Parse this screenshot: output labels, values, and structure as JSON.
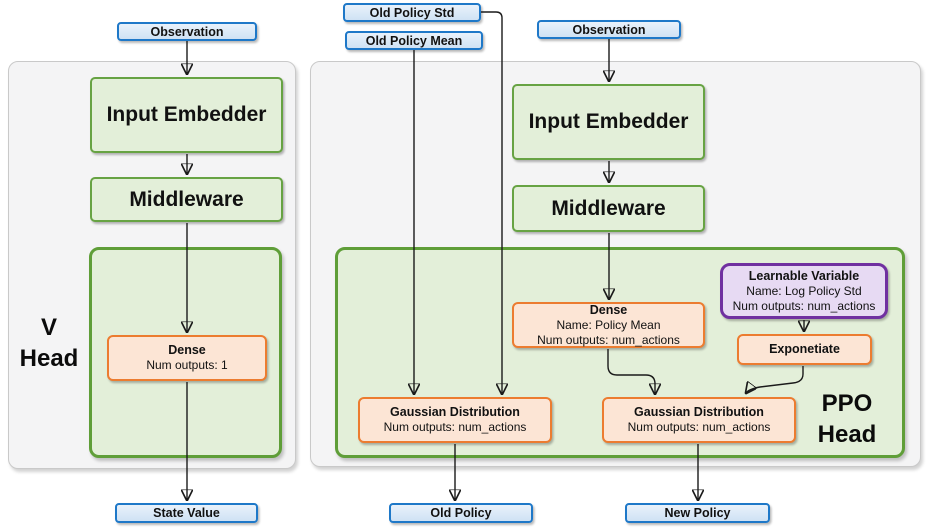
{
  "labels": {
    "v_head": {
      "line1": "V",
      "line2": "Head"
    },
    "ppo_head": {
      "line1": "PPO",
      "line2": "Head"
    }
  },
  "nodes": {
    "observation_left": "Observation",
    "observation_right": "Observation",
    "old_policy_std": "Old Policy Std",
    "old_policy_mean": "Old Policy Mean",
    "input_embedder_left": "Input Embedder",
    "input_embedder_right": "Input Embedder",
    "middleware_left": "Middleware",
    "middleware_right": "Middleware",
    "dense_v": {
      "title": "Dense",
      "line2": "Num outputs: 1"
    },
    "dense_policy": {
      "title": "Dense",
      "line2": "Name: Policy Mean",
      "line3": "Num outputs: num_actions"
    },
    "learnable_variable": {
      "title": "Learnable Variable",
      "line2": "Name: Log Policy Std",
      "line3": "Num outputs: num_actions"
    },
    "exponetiate": "Exponetiate",
    "gaussian_old": {
      "title": "Gaussian Distribution",
      "line2": "Num outputs: num_actions"
    },
    "gaussian_new": {
      "title": "Gaussian Distribution",
      "line2": "Num outputs: num_actions"
    },
    "state_value": "State Value",
    "old_policy": "Old Policy",
    "new_policy": "New Policy"
  },
  "colors": {
    "blue_border": "#1e78c8",
    "blue_fill": "#d8e8f8",
    "green_border": "#67a343",
    "green_fill": "#e3efd9",
    "orange_border": "#ec7c30",
    "orange_fill": "#fce5d5",
    "purple_border": "#7030a0",
    "purple_fill": "#e7daf3",
    "panel_fill": "#f4f4f5",
    "panel_border": "#c9c9c9",
    "connector": "#1a1a1a"
  }
}
